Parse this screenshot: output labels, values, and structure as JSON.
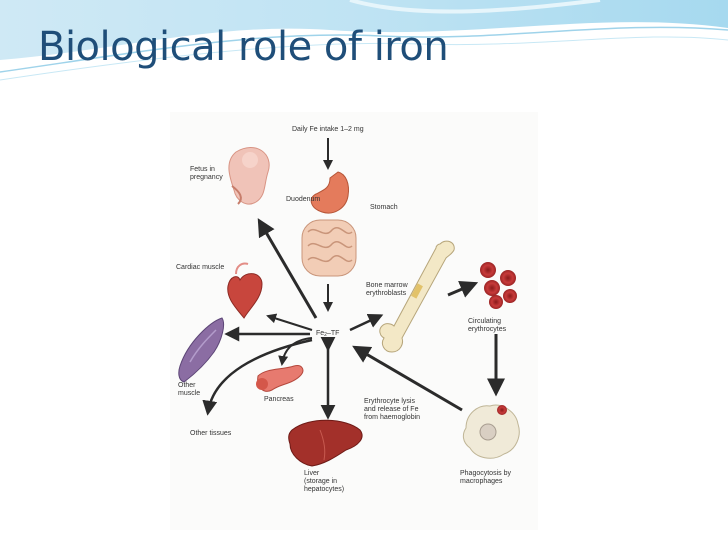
{
  "slide": {
    "title": "Biological role of iron"
  },
  "diagram": {
    "labels": {
      "intake": "Daily Fe intake 1–2 mg",
      "fetus": "Fetus in\npregnancy",
      "duodenum": "Duodenum",
      "stomach": "Stomach",
      "cardiac": "Cardiac muscle",
      "bone_marrow": "Bone marrow\nerythroblasts",
      "circulating": "Circulating\nerythrocytes",
      "fe_tf_main": "Fe",
      "fe_tf_sub": "2",
      "fe_tf_tail": "–TF",
      "other_muscle": "Other\nmuscle",
      "pancreas": "Pancreas",
      "lysis": "Erythrocyte lysis\nand release of Fe\nfrom haemoglobin",
      "other_tissues": "Other tissues",
      "liver": "Liver\n(storage in\nhepatocytes)",
      "phago": "Phagocytosis by\nmacrophages"
    },
    "icons": [
      "fetus-icon",
      "stomach-icon",
      "intestine-icon",
      "heart-icon",
      "bone-icon",
      "erythrocyte-icon",
      "muscle-icon",
      "pancreas-icon",
      "liver-icon",
      "macrophage-icon"
    ]
  }
}
